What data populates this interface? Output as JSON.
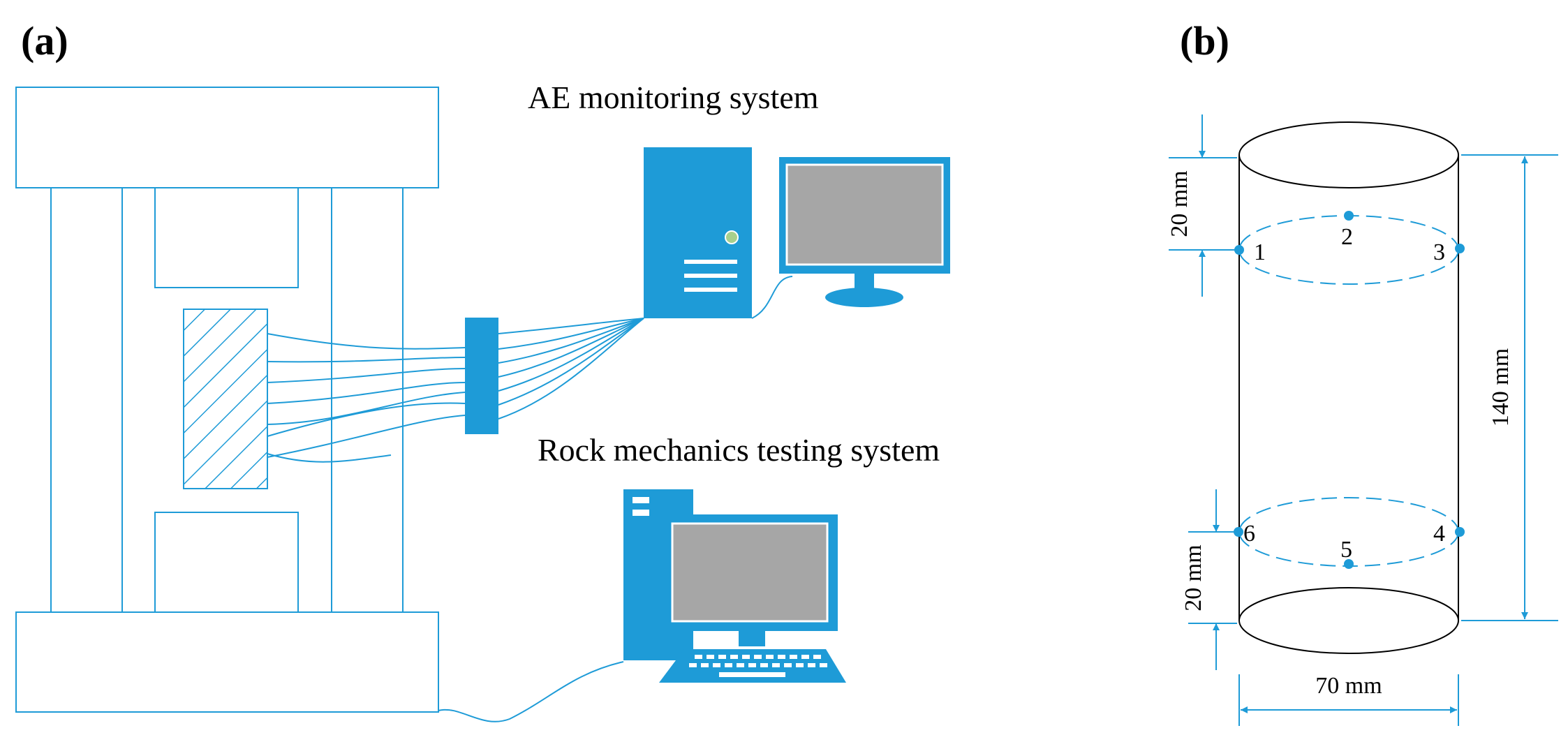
{
  "panel_a": {
    "label": "(a)",
    "ae_system_label": "AE monitoring system",
    "rock_system_label": "Rock mechanics testing system"
  },
  "panel_b": {
    "label": "(b)",
    "dim_top_offset": "20 mm",
    "dim_bottom_offset": "20 mm",
    "dim_height": "140 mm",
    "dim_diameter": "70 mm",
    "sensors": [
      "1",
      "2",
      "3",
      "4",
      "5",
      "6"
    ]
  },
  "colors": {
    "accent": "#1e9bd7",
    "screen": "#a6a6a6",
    "indicator": "#a8d08d",
    "line": "#000000"
  }
}
